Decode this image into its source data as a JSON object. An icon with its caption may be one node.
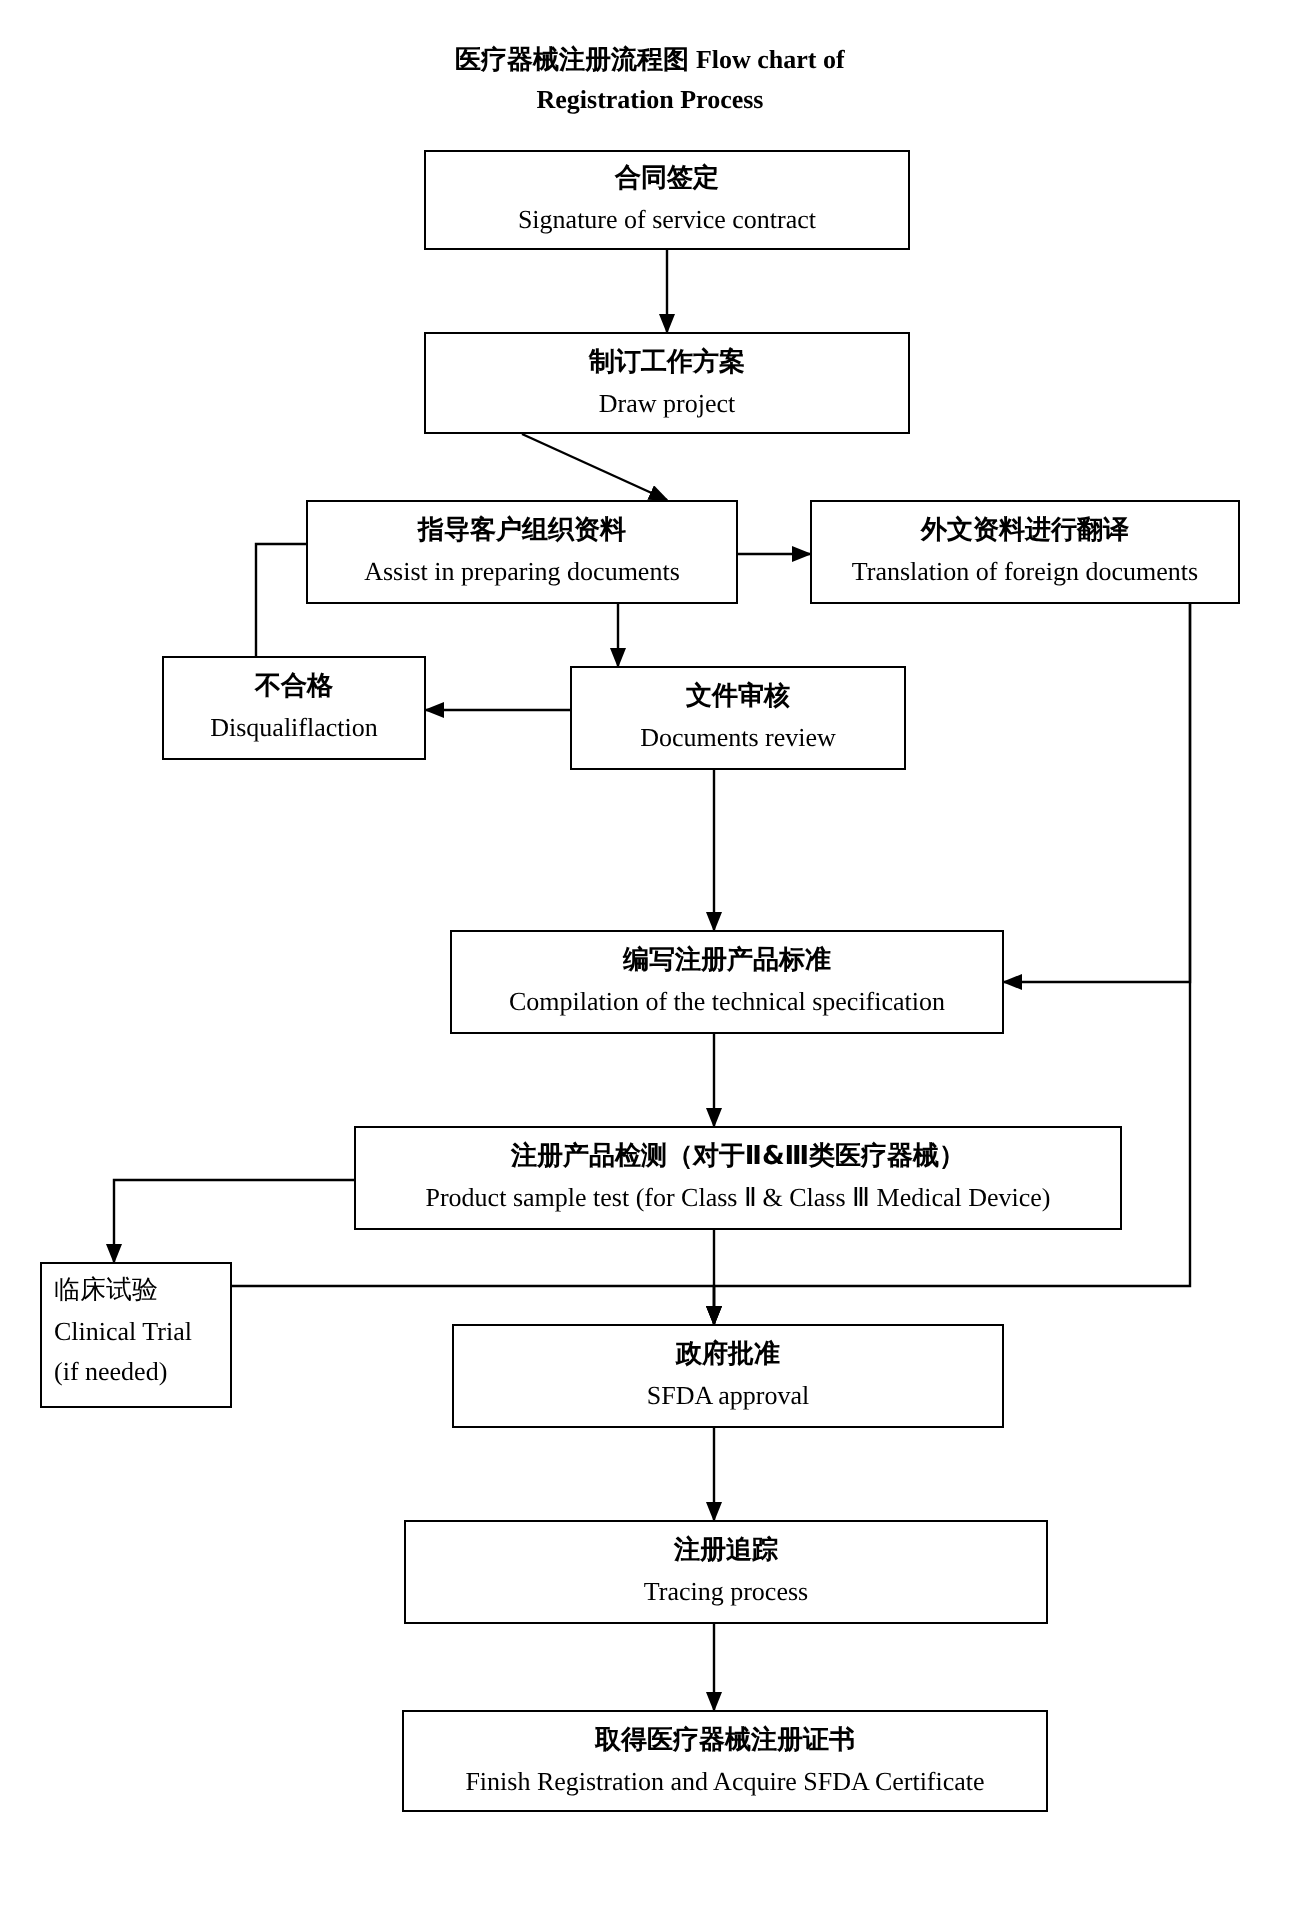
{
  "diagram": {
    "title": "医疗器械注册流程图 Flow chart of Registration Process",
    "nodes": [
      {
        "text": [
          "合同签定",
          "Signature of service contract"
        ]
      },
      {
        "text": [
          "制订工作方案",
          "Draw project"
        ]
      },
      {
        "text": [
          "指导客户组织资料",
          "Assist in preparing documents"
        ]
      },
      {
        "text": [
          "外文资料进行翻译",
          "Translation of foreign documents"
        ]
      },
      {
        "text": [
          "不合格",
          "Disqualiflaction"
        ]
      },
      {
        "text": [
          "文件审核",
          "Documents review"
        ]
      },
      {
        "text": [
          "编写注册产品标准",
          "Compilation of the technical specification"
        ]
      },
      {
        "text": [
          "注册产品检测（对于Ⅱ&Ⅲ类医疗器械）",
          "Product sample test (for Class  Ⅱ & Class  Ⅲ  Medical Device)"
        ]
      },
      {
        "text": [
          "临床试验",
          "Clinical Trial (if needed)"
        ]
      },
      {
        "text": [
          "政府批准",
          "SFDA approval"
        ]
      },
      {
        "text": [
          "注册追踪",
          "Tracing process"
        ]
      },
      {
        "text": [
          "取得医疗器械注册证书",
          "Finish Registration and Acquire SFDA Certificate"
        ]
      }
    ],
    "edges": [
      {
        "from": 0,
        "to": 1,
        "arrow": "to"
      },
      {
        "from": 1,
        "to": 2,
        "arrow": "to"
      },
      {
        "from": 2,
        "to": 3,
        "arrow": "to"
      },
      {
        "from": 2,
        "to": 5,
        "arrow": "to"
      },
      {
        "from": 5,
        "to": 4,
        "arrow": "to"
      },
      {
        "from": 4,
        "to": 2,
        "arrow": "none"
      },
      {
        "from": 5,
        "to": 6,
        "arrow": "to"
      },
      {
        "from": 3,
        "to": 6,
        "arrow": "to"
      },
      {
        "from": 6,
        "to": 7,
        "arrow": "to"
      },
      {
        "from": 7,
        "to": 8,
        "arrow": "to"
      },
      {
        "from": 7,
        "to": 9,
        "arrow": "to"
      },
      {
        "from": 8,
        "to": 9,
        "arrow": "to"
      },
      {
        "from": 3,
        "to": 9,
        "arrow": "to"
      },
      {
        "from": 9,
        "to": 10,
        "arrow": "to"
      },
      {
        "from": 10,
        "to": 11,
        "arrow": "to"
      }
    ]
  }
}
